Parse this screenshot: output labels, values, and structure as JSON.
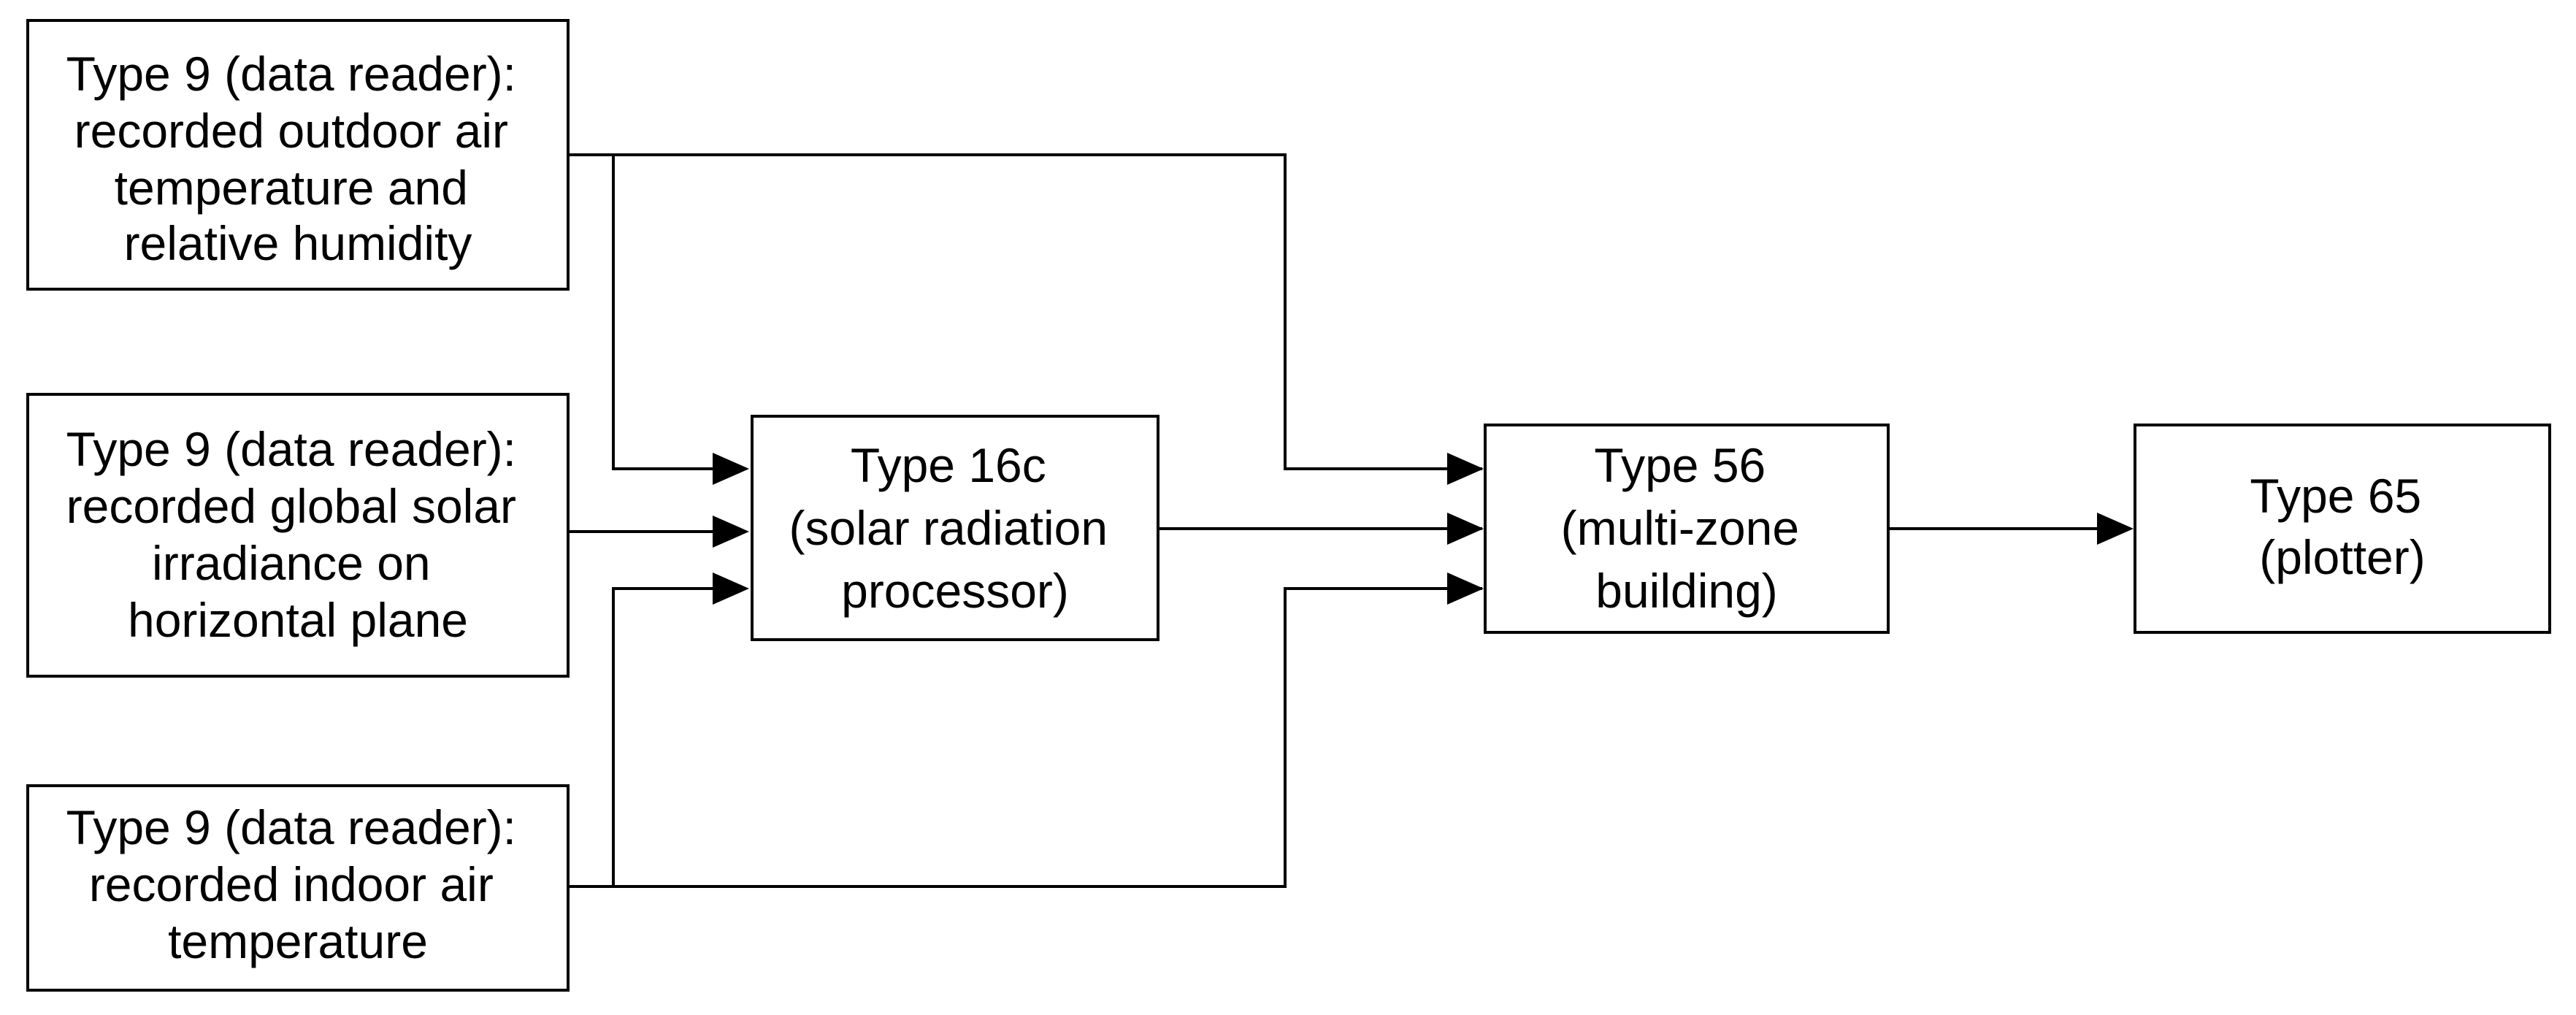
{
  "diagram": {
    "nodes": {
      "reader_outdoor": {
        "lines": [
          "Type 9 (data reader):",
          "recorded outdoor air",
          "temperature and",
          "relative humidity"
        ]
      },
      "reader_solar": {
        "lines": [
          "Type 9 (data reader):",
          "recorded global solar",
          "irradiance on",
          "horizontal plane"
        ]
      },
      "reader_indoor": {
        "lines": [
          "Type 9 (data reader):",
          "recorded indoor air",
          "temperature"
        ]
      },
      "solar_processor": {
        "lines": [
          "Type 16c",
          "(solar radiation",
          "processor)"
        ]
      },
      "building": {
        "lines": [
          "Type 56",
          "(multi-zone",
          "building)"
        ]
      },
      "plotter": {
        "lines": [
          "Type 65",
          "(plotter)"
        ]
      }
    },
    "edges": [
      {
        "from": "reader_outdoor",
        "to": "solar_processor"
      },
      {
        "from": "reader_outdoor",
        "to": "building"
      },
      {
        "from": "reader_solar",
        "to": "solar_processor"
      },
      {
        "from": "reader_indoor",
        "to": "solar_processor"
      },
      {
        "from": "reader_indoor",
        "to": "building"
      },
      {
        "from": "solar_processor",
        "to": "building"
      },
      {
        "from": "building",
        "to": "plotter"
      }
    ]
  }
}
